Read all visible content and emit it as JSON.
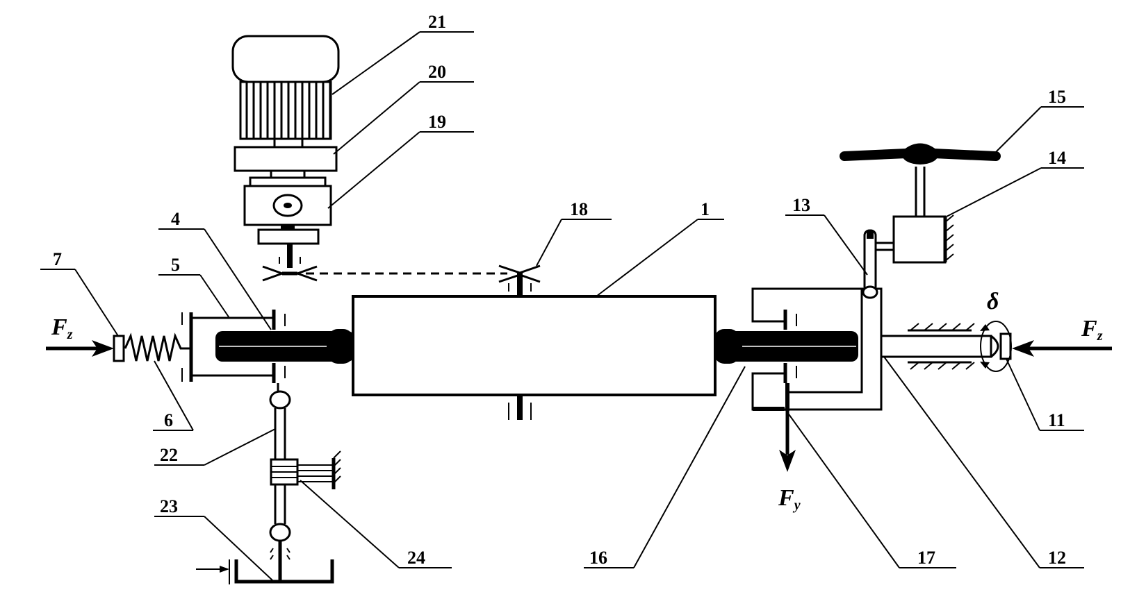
{
  "labels": {
    "l1": "1",
    "l4": "4",
    "l5": "5",
    "l6": "6",
    "l7": "7",
    "l11": "11",
    "l12": "12",
    "l13": "13",
    "l14": "14",
    "l15": "15",
    "l16": "16",
    "l17": "17",
    "l18": "18",
    "l19": "19",
    "l20": "20",
    "l21": "21",
    "l22": "22",
    "l23": "23",
    "l24": "24"
  },
  "forces": {
    "fz_symbol": "F",
    "fz_sub": "z",
    "fy_symbol": "F",
    "fy_sub": "y",
    "delta": "δ"
  }
}
